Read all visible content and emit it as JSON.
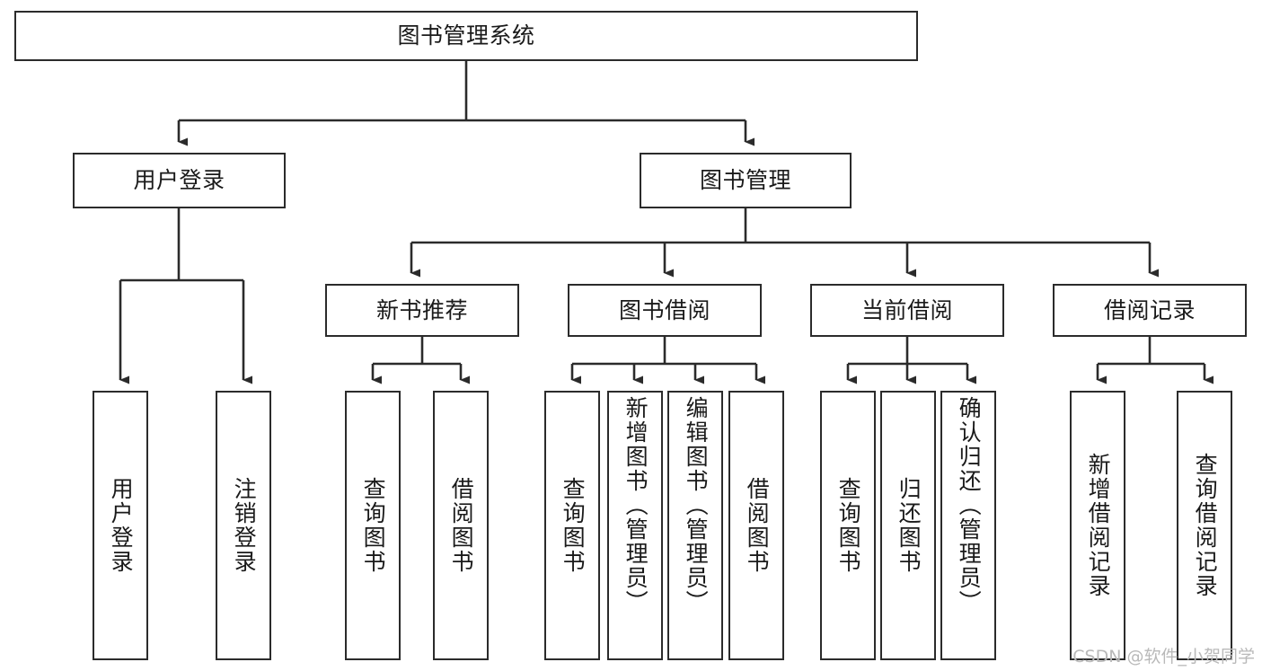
{
  "diagram": {
    "title": "图书管理系统",
    "type": "tree",
    "watermark": "CSDN @软件_小贺同学",
    "accent_color": "#2b2b2b",
    "background_color": "#ffffff",
    "nodes": {
      "root": {
        "label": "图书管理系统"
      },
      "level2": [
        {
          "label": "用户登录"
        },
        {
          "label": "图书管理"
        }
      ],
      "level3": [
        {
          "label": "新书推荐"
        },
        {
          "label": "图书借阅"
        },
        {
          "label": "当前借阅"
        },
        {
          "label": "借阅记录"
        }
      ],
      "leaves": {
        "user_login": [
          {
            "label": "用户登录"
          },
          {
            "label": "注销登录"
          }
        ],
        "new_book_recommend": [
          {
            "label": "查询图书"
          },
          {
            "label": "借阅图书"
          }
        ],
        "book_borrow": [
          {
            "label": "查询图书"
          },
          {
            "label": "新增图书（管理员）"
          },
          {
            "label": "编辑图书（管理员）"
          },
          {
            "label": "借阅图书"
          }
        ],
        "current_borrow": [
          {
            "label": "查询图书"
          },
          {
            "label": "归还图书"
          },
          {
            "label": "确认归还（管理员）"
          }
        ],
        "borrow_record": [
          {
            "label": "新增借阅记录"
          },
          {
            "label": "查询借阅记录"
          }
        ]
      }
    }
  }
}
